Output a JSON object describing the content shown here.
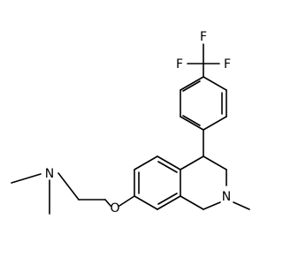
{
  "molecule": {
    "atoms": {
      "n_amine": "N",
      "o_ether": "O",
      "n_ring": "N",
      "f_top": "F",
      "f_left": "F",
      "f_right": "F"
    }
  }
}
